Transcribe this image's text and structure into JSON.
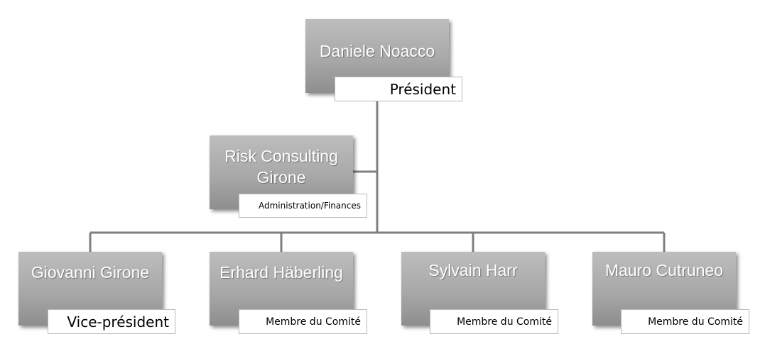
{
  "nodes": {
    "president": {
      "name": "Daniele Noacco",
      "role": "Président"
    },
    "admin": {
      "name": "Risk Consulting Girone",
      "role": "Administration/Finances"
    },
    "vice": {
      "name": "Giovanni Girone",
      "role": "Vice-président"
    },
    "member1": {
      "name": "Erhard Häberling",
      "role": "Membre  du Comité"
    },
    "member2": {
      "name": "Sylvain Harr",
      "role": "Membre du Comité"
    },
    "member3": {
      "name": "Mauro Cutruneo",
      "role": "Membre du Comité"
    }
  },
  "colors": {
    "box": "#a8a8a8",
    "connector": "#7f7f7f",
    "text": "#ffffff"
  }
}
